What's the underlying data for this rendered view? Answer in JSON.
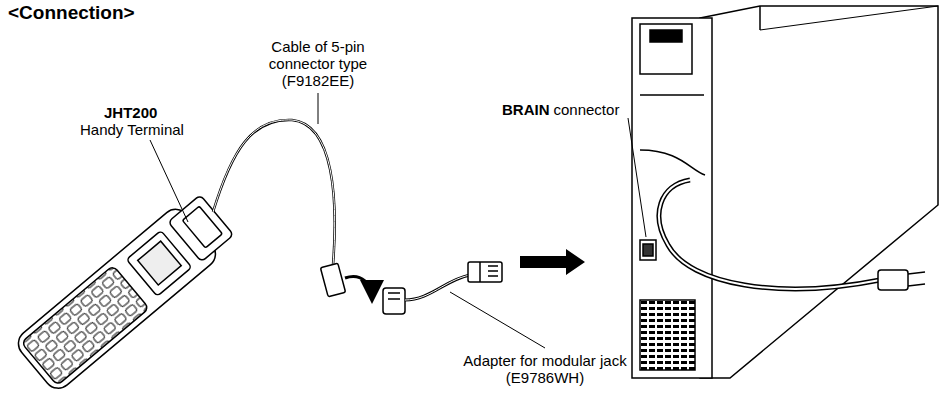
{
  "diagram": {
    "title": "<Connection>",
    "labels": [
      "JHT200",
      "Handy Terminal",
      "Cable of 5-pin connector type (F9182EE)",
      "BRAIN",
      "connector",
      "Adapter for modular jack (E9786WH)"
    ]
  }
}
